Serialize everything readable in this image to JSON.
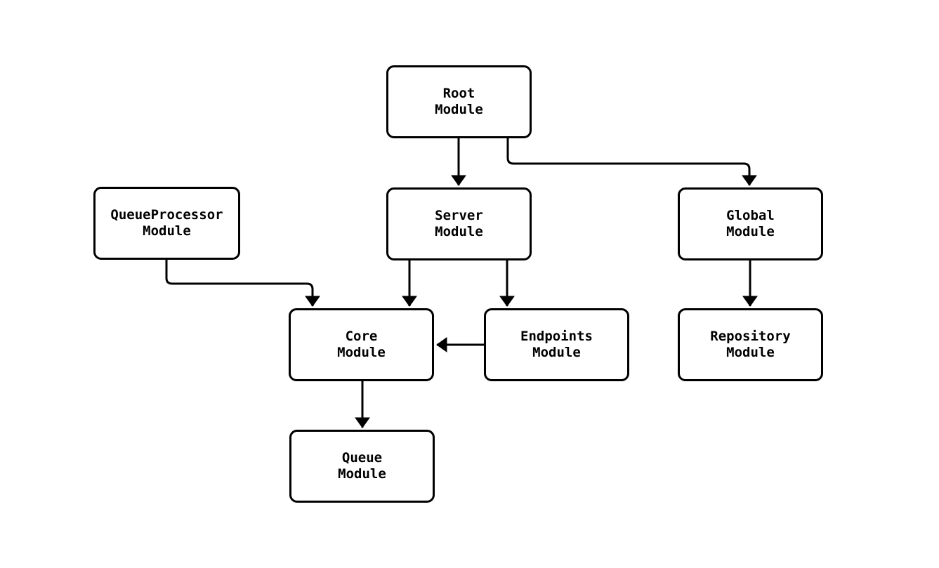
{
  "diagram": {
    "background_color": "#ffffff",
    "stroke_color": "#000000",
    "node_fill_color": "#ffffff",
    "text_color": "#000000",
    "nodes": [
      {
        "id": "root",
        "label_line1": "Root",
        "label_line2": "Module"
      },
      {
        "id": "queue-processor",
        "label_line1": "QueueProcessor",
        "label_line2": "Module"
      },
      {
        "id": "server",
        "label_line1": "Server",
        "label_line2": "Module"
      },
      {
        "id": "global",
        "label_line1": "Global",
        "label_line2": "Module"
      },
      {
        "id": "core",
        "label_line1": "Core",
        "label_line2": "Module"
      },
      {
        "id": "endpoints",
        "label_line1": "Endpoints",
        "label_line2": "Module"
      },
      {
        "id": "repository",
        "label_line1": "Repository",
        "label_line2": "Module"
      },
      {
        "id": "queue",
        "label_line1": "Queue",
        "label_line2": "Module"
      }
    ],
    "edges": [
      {
        "from": "root",
        "to": "server"
      },
      {
        "from": "root",
        "to": "global"
      },
      {
        "from": "queue-processor",
        "to": "core"
      },
      {
        "from": "server",
        "to": "core"
      },
      {
        "from": "server",
        "to": "endpoints"
      },
      {
        "from": "global",
        "to": "repository"
      },
      {
        "from": "endpoints",
        "to": "core"
      },
      {
        "from": "core",
        "to": "queue"
      }
    ]
  }
}
